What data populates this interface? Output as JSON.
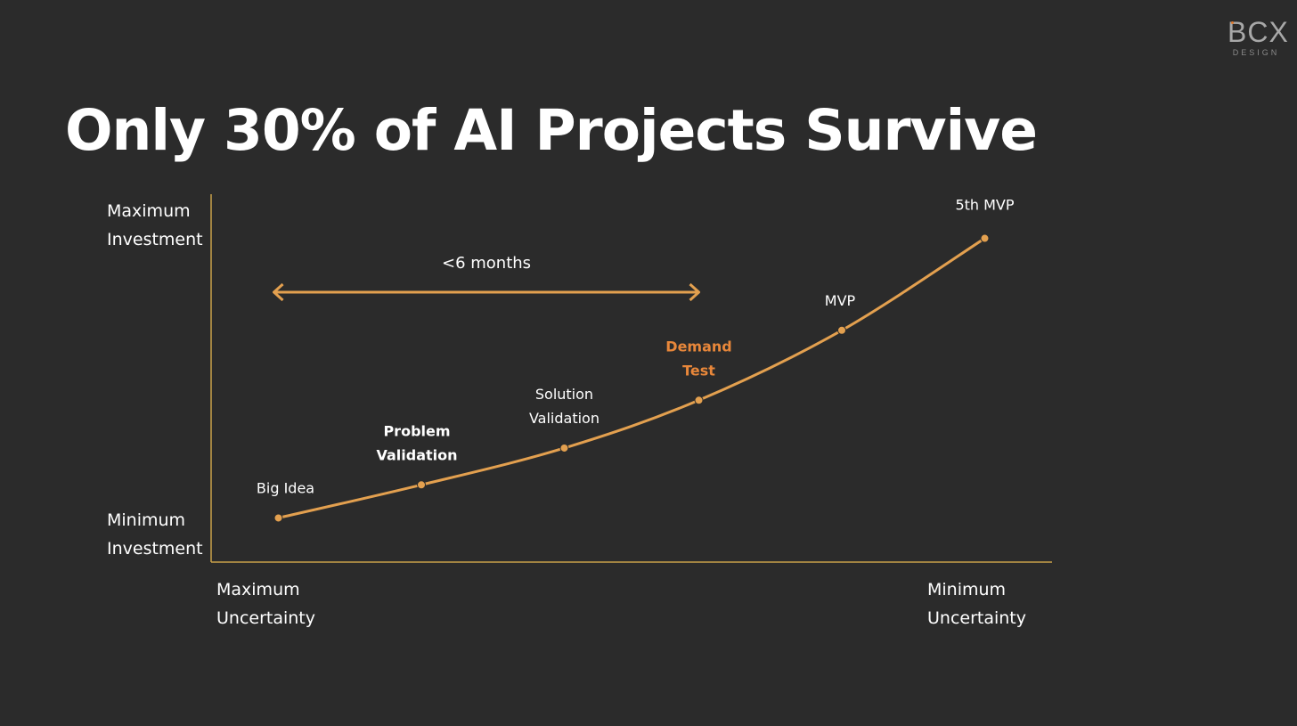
{
  "logo": {
    "mark": "BCX",
    "sub": "DESIGN"
  },
  "title": "Only 30% of AI Projects Survive",
  "chart_data": {
    "type": "line",
    "title": "Only 30% of AI Projects Survive",
    "y_axis": {
      "top_label": [
        "Maximum",
        "Investment"
      ],
      "bottom_label": [
        "Minimum",
        "Investment"
      ]
    },
    "x_axis": {
      "left_label": [
        "Maximum",
        "Uncertainty"
      ],
      "right_label": [
        "Minimum",
        "Uncertainty"
      ]
    },
    "xlim": [
      0,
      1
    ],
    "ylim": [
      0,
      1
    ],
    "series": [
      {
        "color": "#e3a04f",
        "points": [
          {
            "label": [
              "Big Idea"
            ],
            "x": 0.08,
            "y": 0.12,
            "style": "normal"
          },
          {
            "label": [
              "Problem",
              "Validation"
            ],
            "x": 0.25,
            "y": 0.21,
            "style": "bold"
          },
          {
            "label": [
              "Solution",
              "Validation"
            ],
            "x": 0.42,
            "y": 0.31,
            "style": "normal"
          },
          {
            "label": [
              "Demand",
              "Test"
            ],
            "x": 0.58,
            "y": 0.44,
            "style": "accent"
          },
          {
            "label": [
              "MVP"
            ],
            "x": 0.75,
            "y": 0.63,
            "style": "normal"
          },
          {
            "label": [
              "5th MVP"
            ],
            "x": 0.92,
            "y": 0.88,
            "style": "normal"
          }
        ]
      }
    ],
    "annotation": {
      "text": "<6 months",
      "from_x": 0.08,
      "to_x": 0.58
    },
    "grid": false,
    "colors": {
      "background": "#2b2b2b",
      "line": "#e3a04f",
      "axis": "#c9a24a",
      "accent_text": "#e8873a"
    }
  }
}
